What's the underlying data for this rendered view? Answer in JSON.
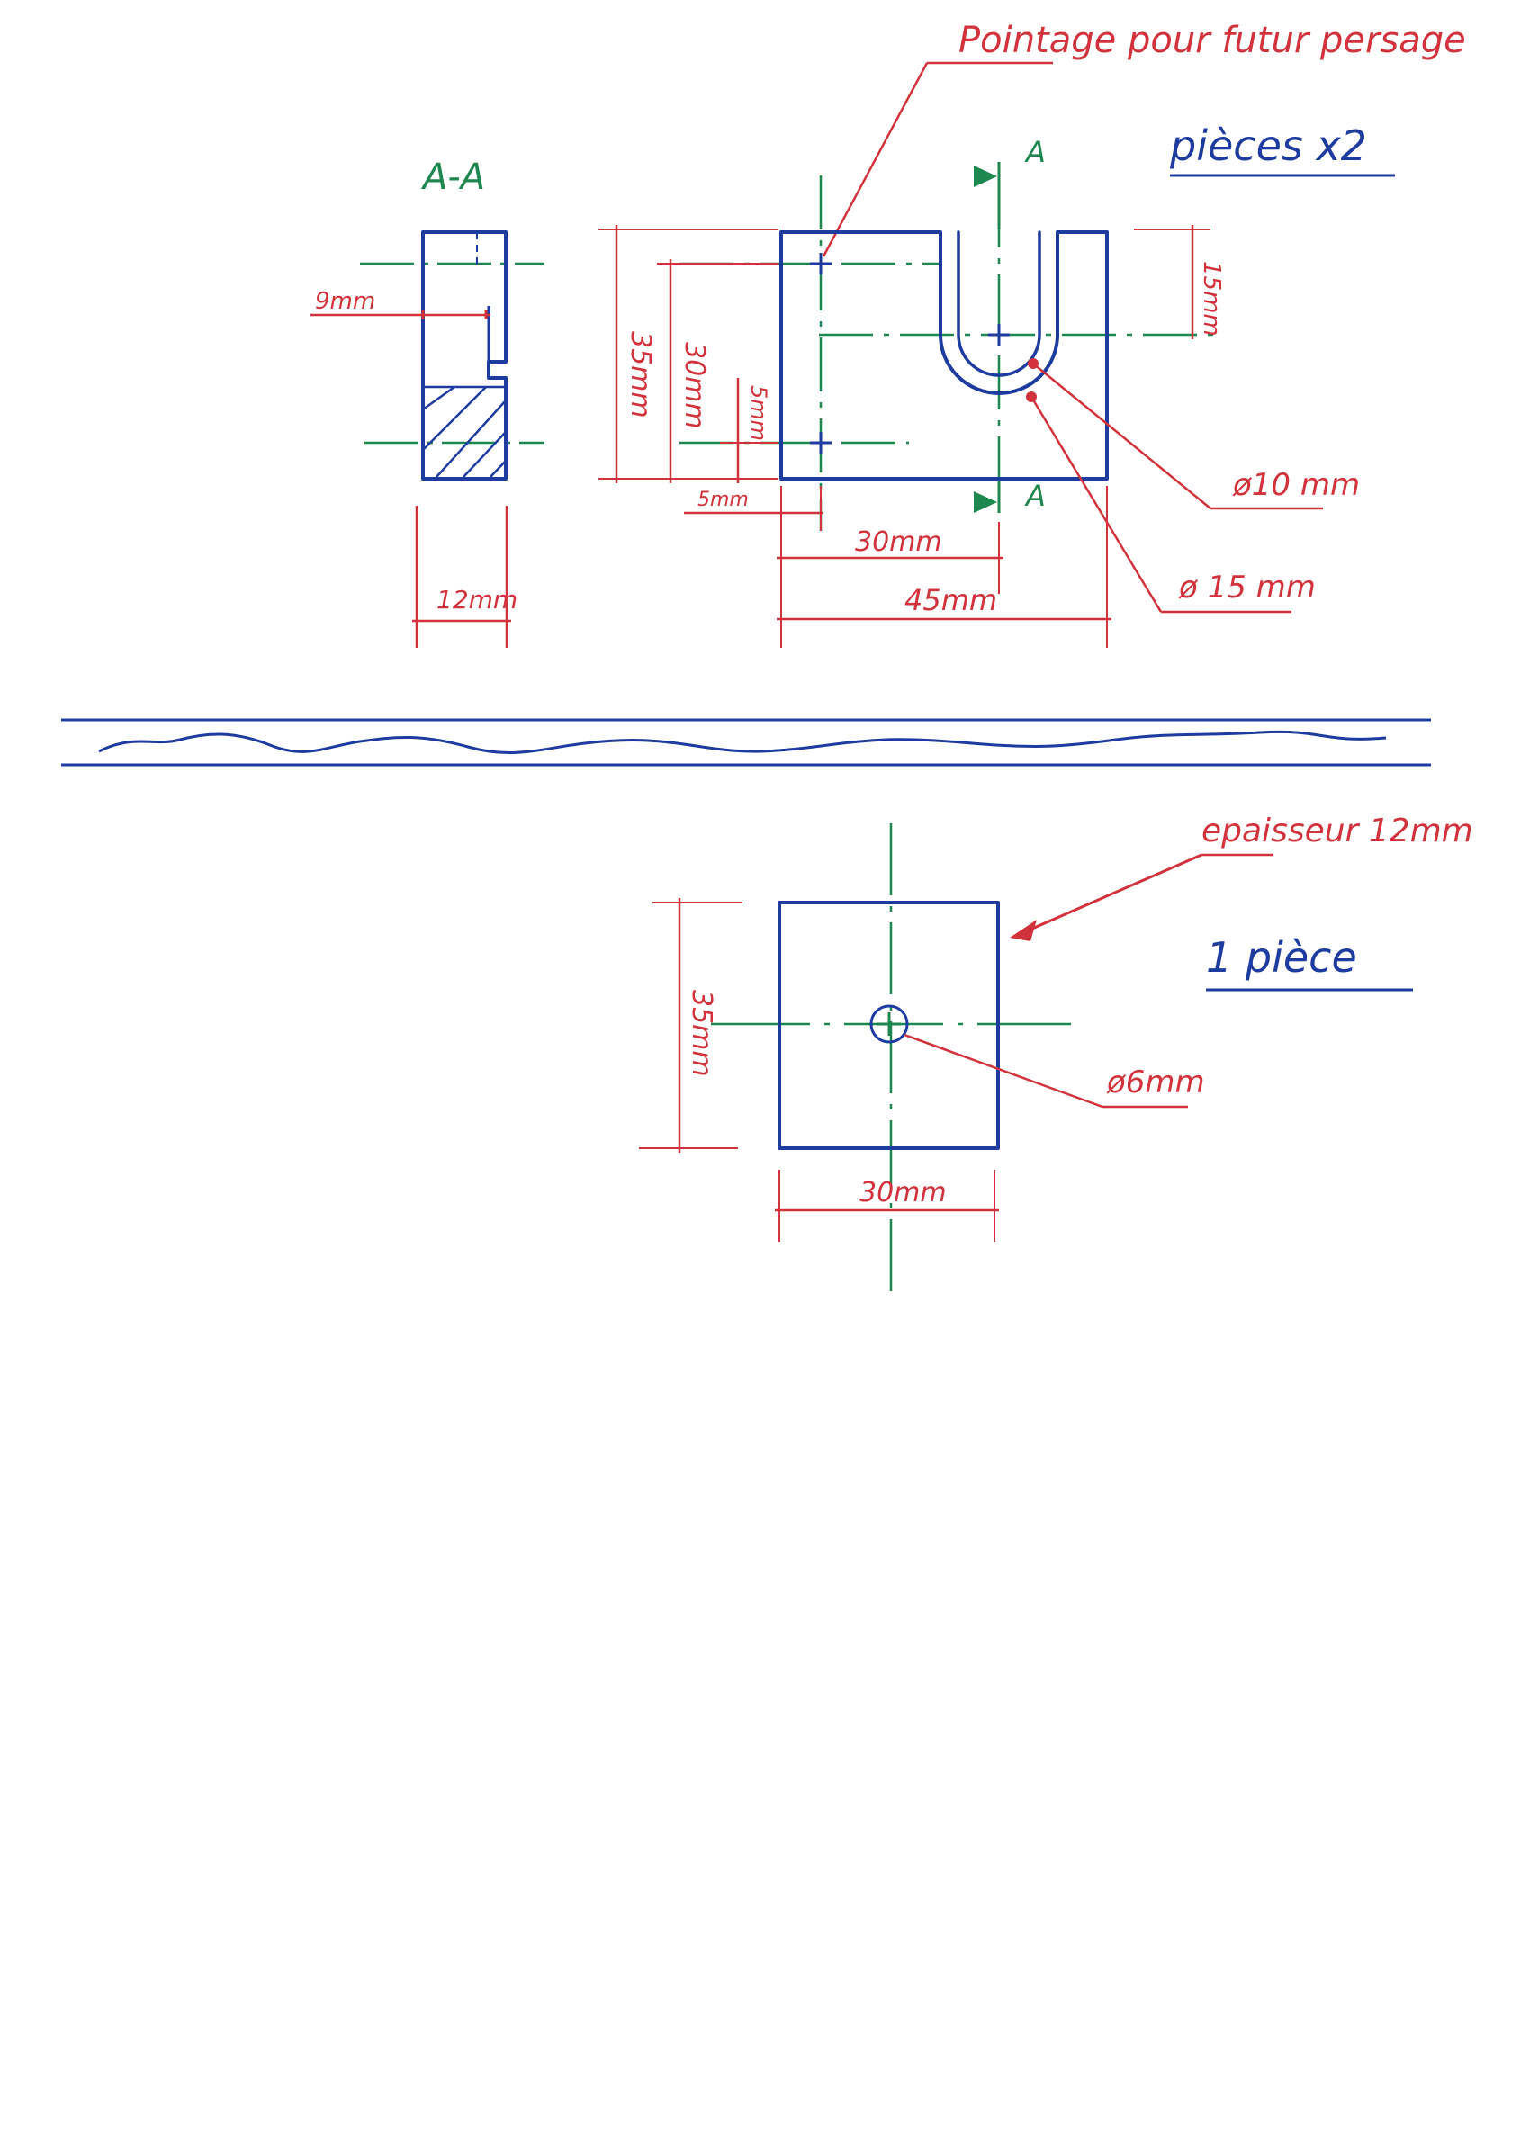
{
  "colors": {
    "outline": "#1e3ca0",
    "dimension": "#d2323c",
    "centerline": "#1e8750",
    "paper": "#ffffff"
  },
  "top_section": {
    "section_label": "A-A",
    "quantity_label": "pièces x2",
    "callout_pointage": "Pointage pour futur persage",
    "cut_marker_top": "A",
    "cut_marker_bottom": "A",
    "dims": {
      "section_step": "9mm",
      "section_width": "12mm",
      "height_total": "35mm",
      "height_30": "30mm",
      "hole_offset_5_vertical": "5mm",
      "hole_offset_5_horizontal": "5mm",
      "slot_depth": "15mm",
      "slot_center": "30mm",
      "width_total": "45mm",
      "diameter_10": "ø10 mm",
      "diameter_15": "ø 15 mm"
    }
  },
  "bottom_section": {
    "quantity_label": "1 pièce",
    "thickness_callout": "epaisseur 12mm",
    "dims": {
      "height": "35mm",
      "width": "30mm",
      "hole_diameter": "ø6mm"
    }
  }
}
